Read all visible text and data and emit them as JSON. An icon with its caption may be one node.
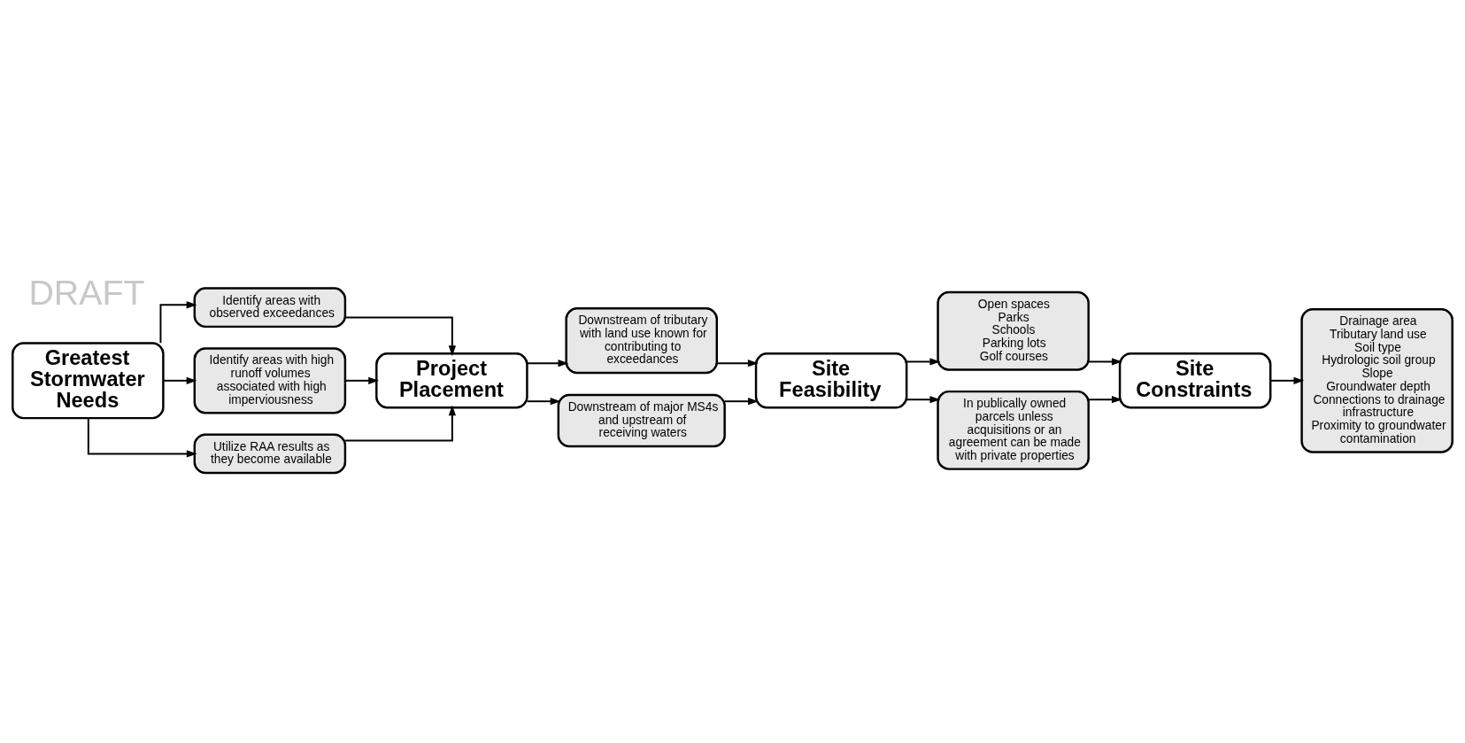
{
  "diagram": {
    "nodes": [
      {
        "text": [
          "Greatest Stormwater Needs"
        ]
      },
      {
        "text": [
          "Identify areas with observed exceedances"
        ]
      },
      {
        "text": [
          "Identify areas with high runoff volumes associated with high imperviousness"
        ]
      },
      {
        "text": [
          "Utilize RAA results as they become available"
        ]
      },
      {
        "text": [
          "Project Placement"
        ]
      },
      {
        "text": [
          "Downstream of tributary with land use known for contributing to exceedances"
        ]
      },
      {
        "text": [
          "Downstream of major MS4s and upstream of receiving waters"
        ]
      },
      {
        "text": [
          "Site Feasibility"
        ]
      },
      {
        "text": [
          "Open spaces",
          "Parks",
          "Schools",
          "Parking lots",
          "Golf courses"
        ]
      },
      {
        "text": [
          "In publically owned parcels unless acquisitions or an agreement can be made with private properties"
        ]
      },
      {
        "text": [
          "Site Constraints"
        ]
      },
      {
        "text": [
          "Drainage area",
          "Tributary land use",
          "Soil type",
          "Hydrologic soil group",
          "Slope",
          "Groundwater depth",
          "Connections to drainage infrastructure",
          "Proximity to groundwater contamination"
        ]
      }
    ],
    "edges": [
      {
        "from": 0,
        "to": 1,
        "arrow": "to"
      },
      {
        "from": 0,
        "to": 2,
        "arrow": "to"
      },
      {
        "from": 0,
        "to": 3,
        "arrow": "to"
      },
      {
        "from": 1,
        "to": 4,
        "arrow": "to"
      },
      {
        "from": 2,
        "to": 4,
        "arrow": "to"
      },
      {
        "from": 3,
        "to": 4,
        "arrow": "to"
      },
      {
        "from": 4,
        "to": 5,
        "arrow": "to"
      },
      {
        "from": 4,
        "to": 6,
        "arrow": "to"
      },
      {
        "from": 5,
        "to": 7,
        "arrow": "to"
      },
      {
        "from": 6,
        "to": 7,
        "arrow": "to"
      },
      {
        "from": 7,
        "to": 8,
        "arrow": "to"
      },
      {
        "from": 7,
        "to": 9,
        "arrow": "to"
      },
      {
        "from": 8,
        "to": 10,
        "arrow": "to"
      },
      {
        "from": 9,
        "to": 10,
        "arrow": "to"
      },
      {
        "from": 10,
        "to": 11,
        "arrow": "to"
      }
    ],
    "labels": [
      "DRAFT"
    ]
  }
}
